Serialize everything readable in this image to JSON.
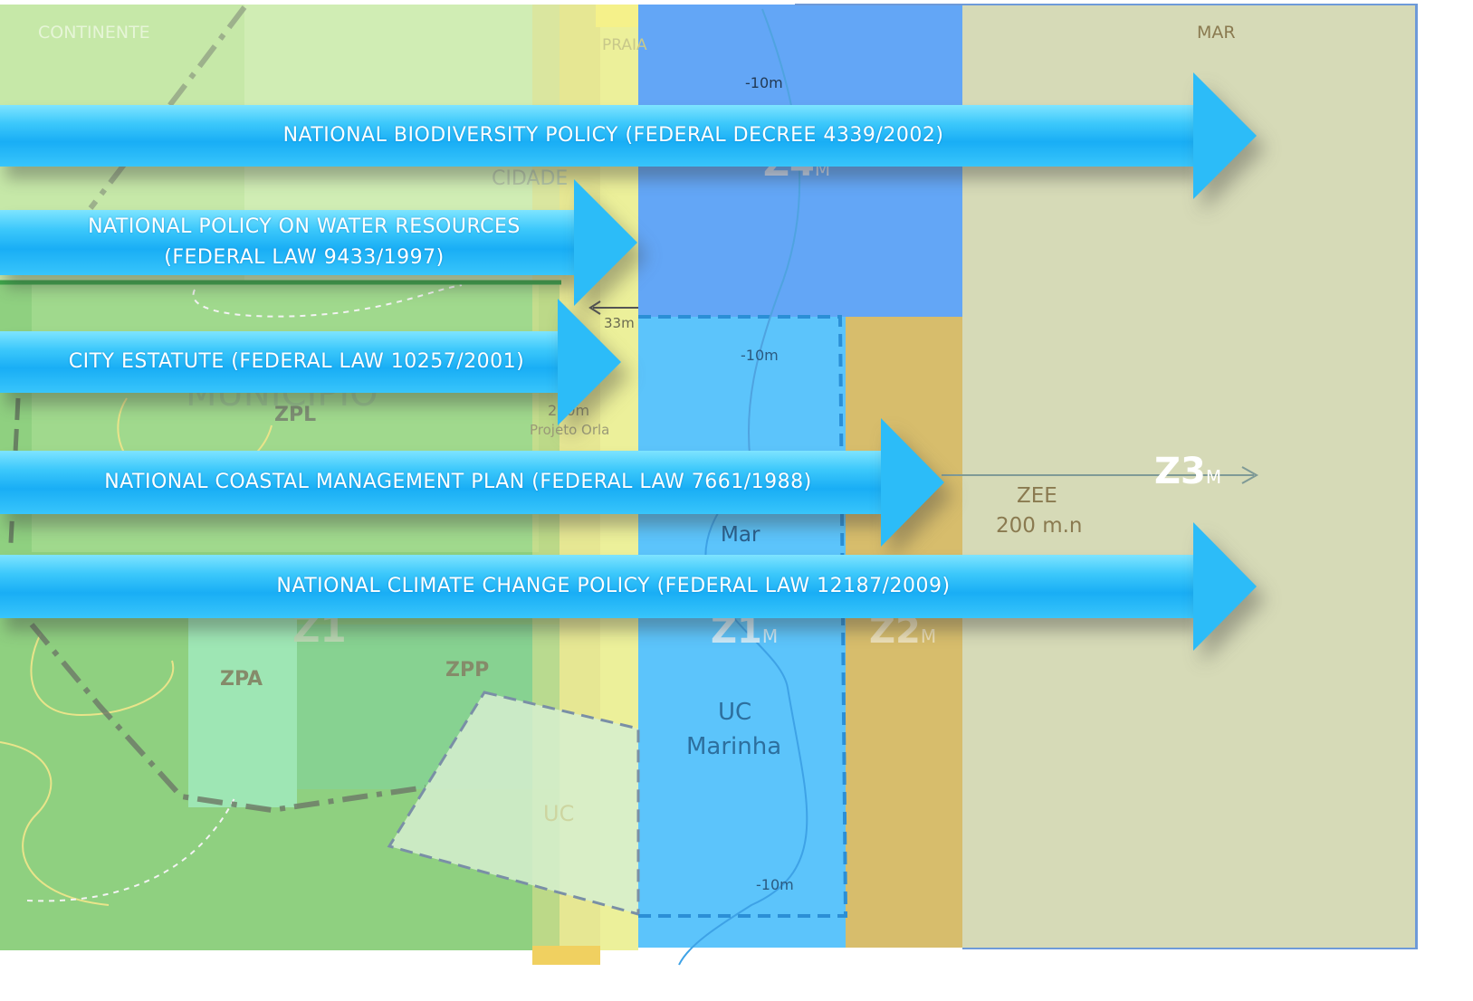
{
  "colors": {
    "continent_light": "#c6e8a8",
    "continent_green": "#8fd080",
    "praia_strip": "#ecf09a",
    "z4_blue": "#63a6f6",
    "z1_blue": "#5cc4fb",
    "z2_tan": "#d7bd6c",
    "zee_sea": "#d6dab7",
    "arrow_cyan": "#2cbcf8"
  },
  "map": {
    "continente": "CONTINENTE",
    "praia": "PRAIA",
    "mar_top": "MAR",
    "cidade": "CIDADE",
    "municipio": "MUNICÍPIO",
    "zpl": "ZPL",
    "zpa": "ZPA",
    "zpp": "ZPP",
    "z1_land": "Z1",
    "uc_land": "UC",
    "depth_top": "-10m",
    "depth_mid": "-10m",
    "depth_bottom": "-10m",
    "dist_33": "33m",
    "dist_200": "200m",
    "projeto_orla": "Projeto Orla",
    "mar_label": "Mar",
    "z4m_main": "Z4",
    "z4m_sub": "M",
    "z1m_main": "Z1",
    "z1m_sub": "M",
    "z2m_main": "Z2",
    "z2m_sub": "M",
    "z3m_main": "Z3",
    "z3m_sub": "M",
    "zee": "ZEE",
    "zee_distance": "200 m.n",
    "uc_marinha_1": "UC",
    "uc_marinha_2": "Marinha"
  },
  "arrows": [
    {
      "line1": "NATIONAL BIODIVERSITY POLICY (FEDERAL DECREE 4339/2002)",
      "line2": ""
    },
    {
      "line1": "NATIONAL POLICY ON WATER RESOURCES",
      "line2": "(FEDERAL LAW 9433/1997)"
    },
    {
      "line1": "CITY ESTATUTE (FEDERAL LAW 10257/2001)",
      "line2": ""
    },
    {
      "line1": "NATIONAL COASTAL MANAGEMENT PLAN (FEDERAL LAW 7661/1988)",
      "line2": ""
    },
    {
      "line1": "NATIONAL CLIMATE CHANGE POLICY (FEDERAL LAW 12187/2009)",
      "line2": ""
    }
  ]
}
